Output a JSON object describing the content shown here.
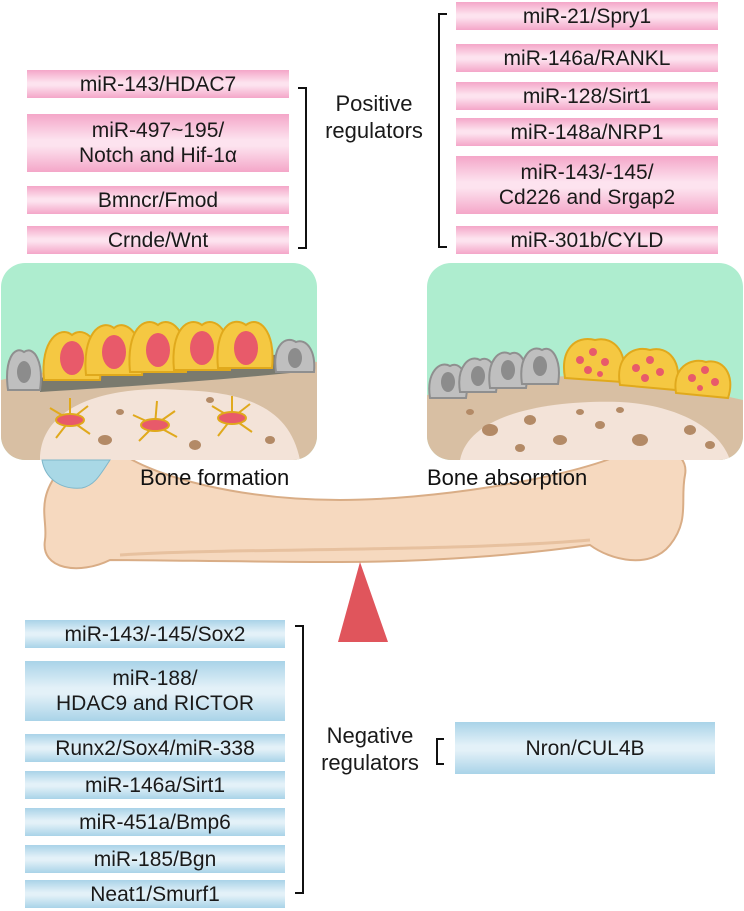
{
  "left_positive": [
    "miR-143/HDAC7",
    "miR-497~195/\nNotch and Hif-1α",
    "Bmncr/Fmod",
    "Crnde/Wnt"
  ],
  "right_positive": [
    "miR-21/Spry1",
    "miR-146a/RANKL",
    "miR-128/Sirt1",
    "miR-148a/NRP1",
    "miR-143/-145/\nCd226 and Srgap2",
    "miR-301b/CYLD"
  ],
  "positive_label": "Positive\nregulators",
  "left_negative": [
    "miR-143/-145/Sox2",
    "miR-188/\nHDAC9 and RICTOR",
    "Runx2/Sox4/miR-338",
    "miR-146a/Sirt1",
    "miR-451a/Bmp6",
    "miR-185/Bgn",
    "Neat1/Smurf1"
  ],
  "right_negative": [
    "Nron/CUL4B"
  ],
  "negative_label": "Negative\nregulators",
  "captions": {
    "formation": "Bone formation",
    "absorption": "Bone absorption"
  },
  "colors": {
    "pink": "#f4a6c8",
    "blue": "#a9d3e8",
    "green": "#aeedcf",
    "bone": "#f6d9bf",
    "fulcrum": "#e0555c"
  }
}
